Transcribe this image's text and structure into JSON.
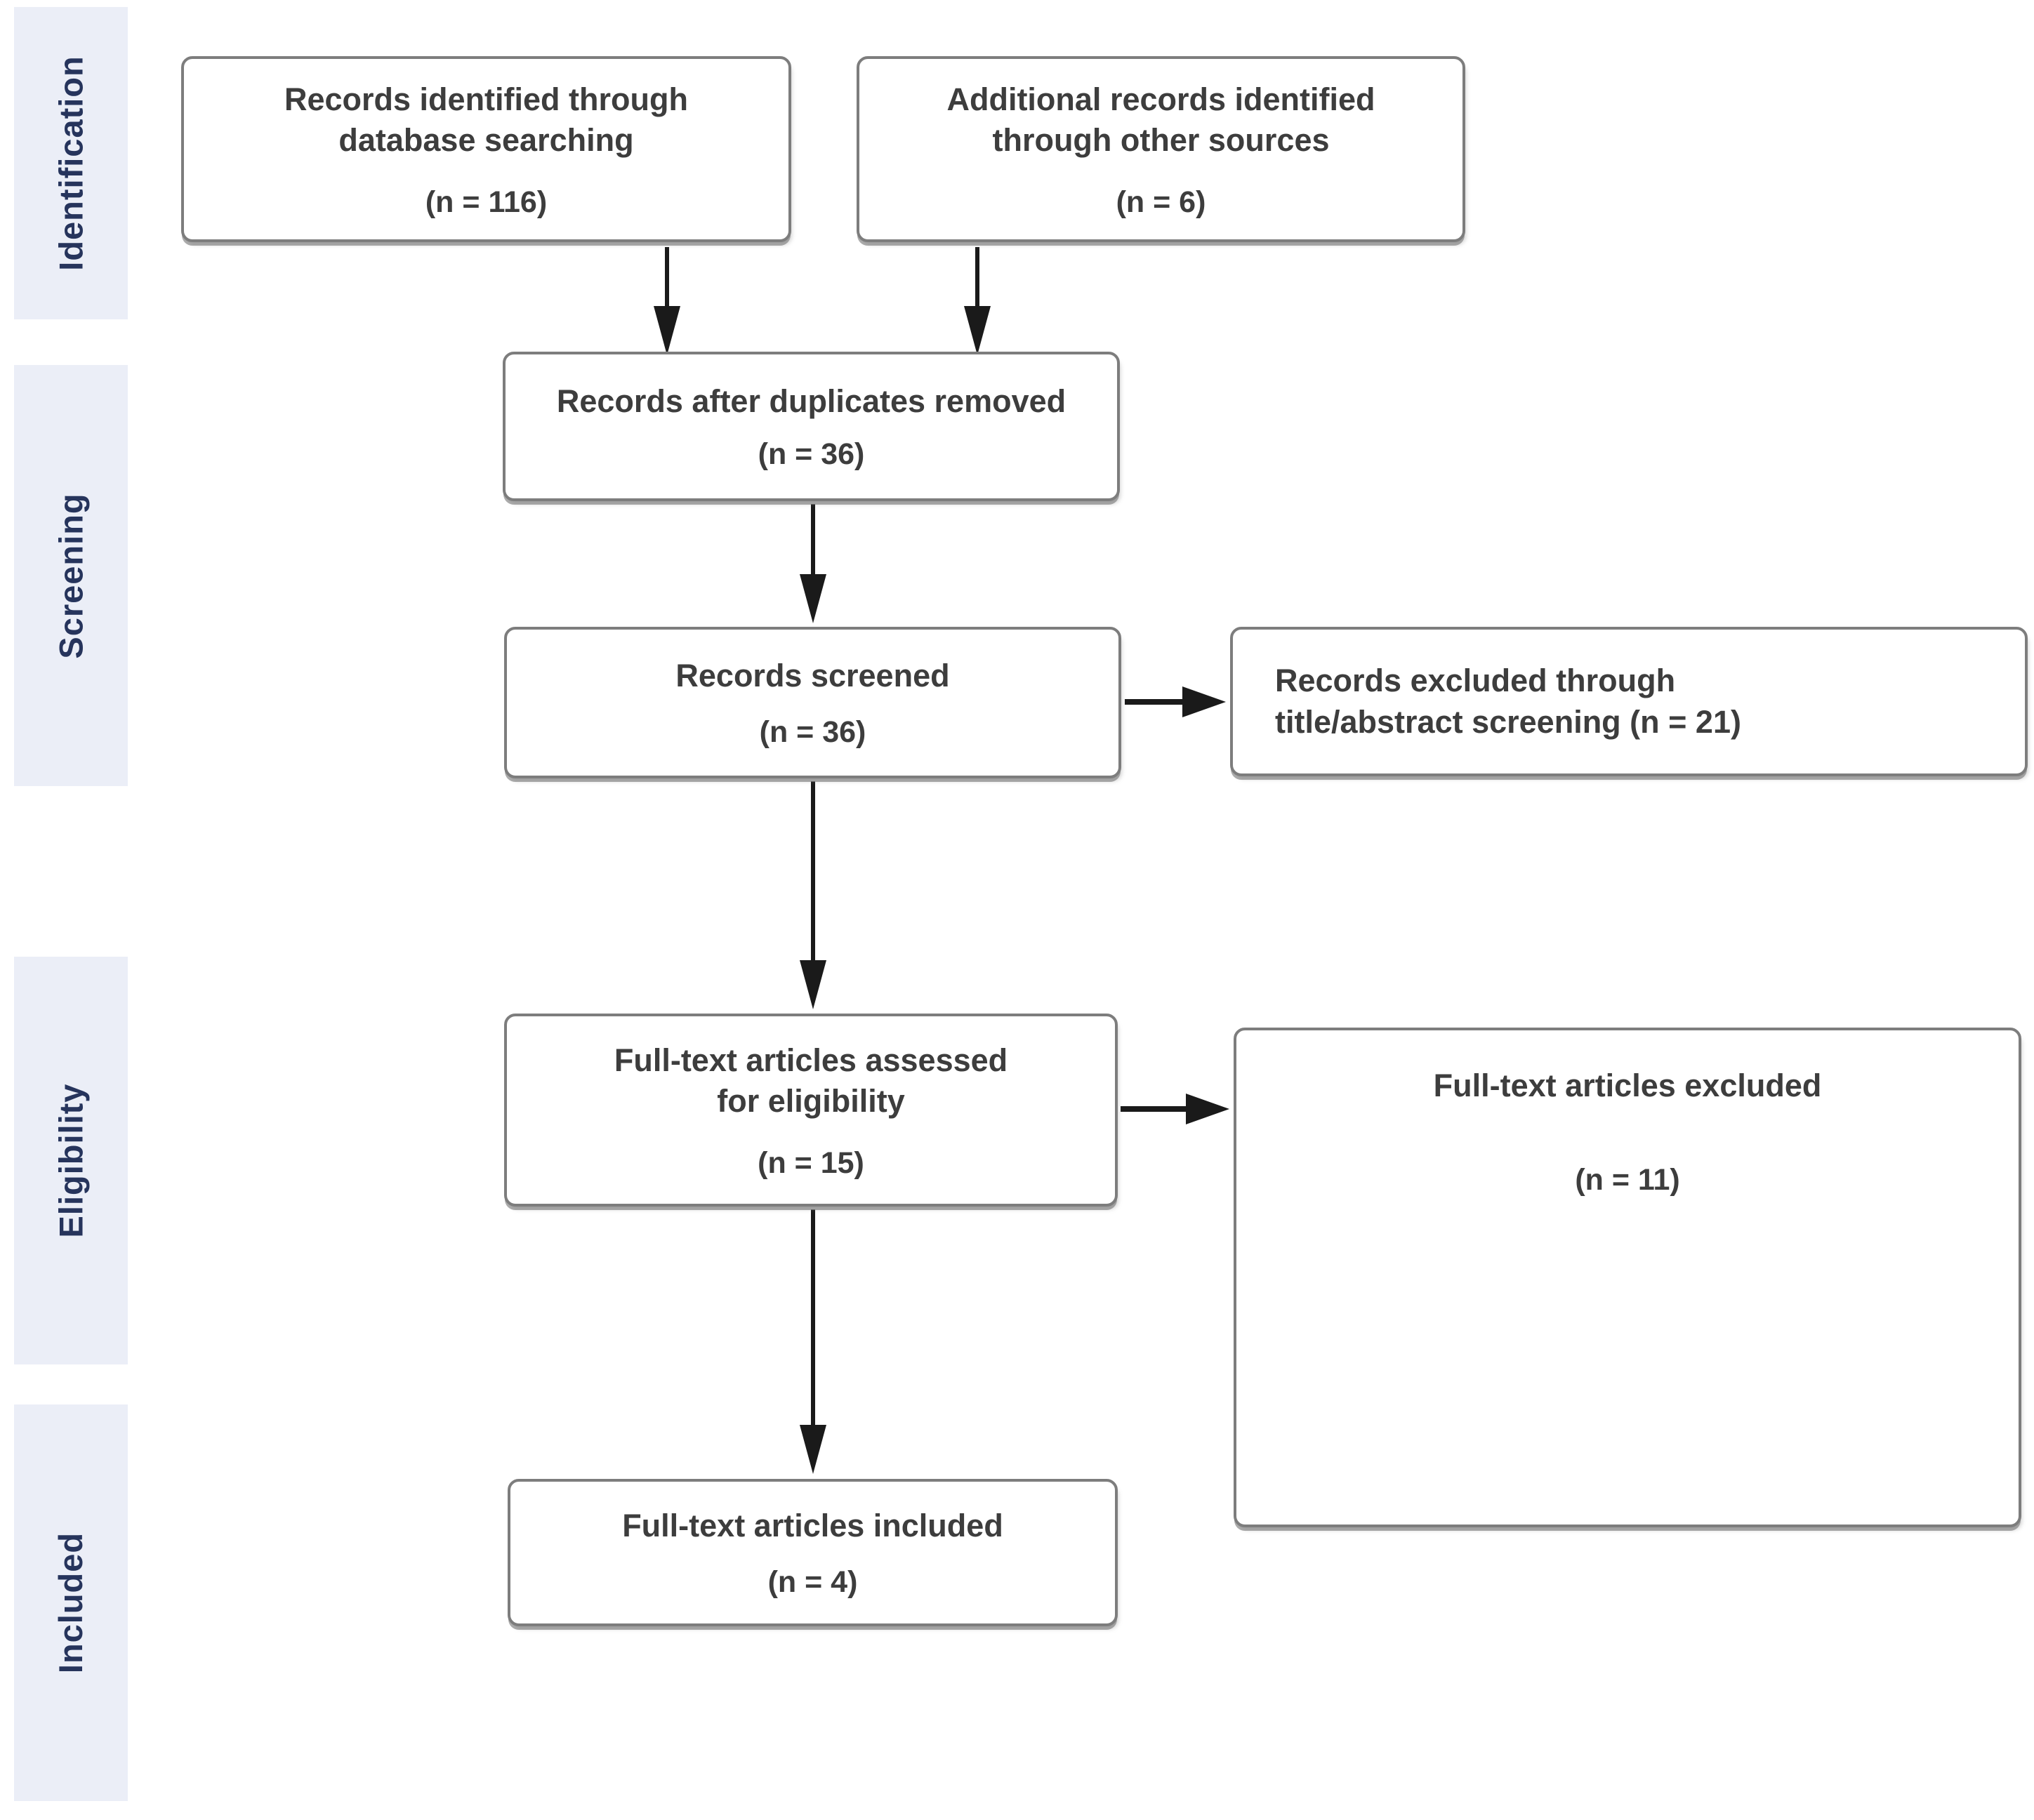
{
  "stages": [
    {
      "label": "Identification"
    },
    {
      "label": "Screening"
    },
    {
      "label": "Eligibility"
    },
    {
      "label": "Included"
    }
  ],
  "boxes": [
    {
      "title": "Records identified through\ndatabase searching",
      "n": "(n = 116)"
    },
    {
      "title": "Additional records identified\nthrough other sources",
      "n": "(n = 6)"
    },
    {
      "title": "Records after duplicates removed",
      "n": "(n = 36)"
    },
    {
      "title": "Records screened",
      "n": "(n = 36)"
    },
    {
      "title": "Records excluded through\ntitle/abstract screening (n = 21)"
    },
    {
      "title": "Full-text articles assessed\nfor eligibility",
      "n": "(n = 15)"
    },
    {
      "title": "Full-text articles excluded",
      "n": "(n = 11)"
    },
    {
      "title": "Full-text articles included",
      "n": "(n = 4)"
    }
  ],
  "colors": {
    "band_background": "#ebeef7",
    "band_text": "#26345c",
    "box_border": "#7d7d7d",
    "box_text": "#3d3d3d",
    "arrow": "#1a1a1a"
  }
}
